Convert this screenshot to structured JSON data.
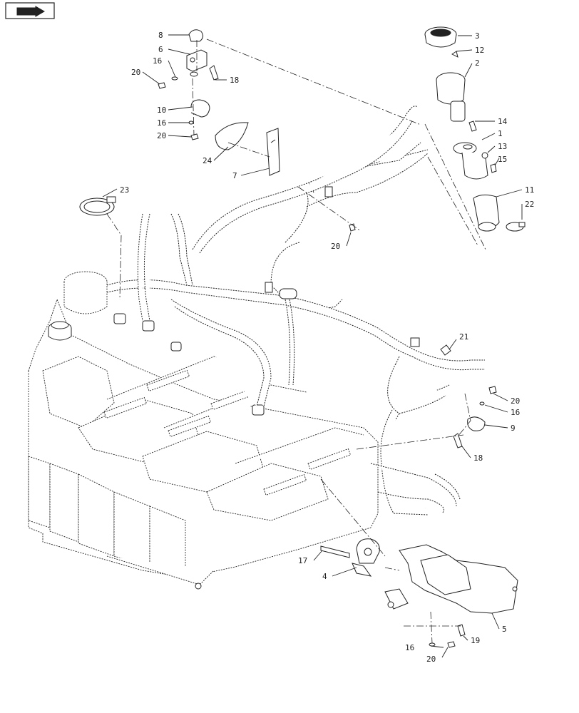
{
  "nav_icon": "arrow-right-icon",
  "callouts": {
    "c1": "1",
    "c2": "2",
    "c3": "3",
    "c4": "4",
    "c5": "5",
    "c6": "6",
    "c7": "7",
    "c8": "8",
    "c9": "9",
    "c10": "10",
    "c11": "11",
    "c12": "12",
    "c13": "13",
    "c14": "14",
    "c15": "15",
    "c16a": "16",
    "c16b": "16",
    "c16c": "16",
    "c16d": "16",
    "c17": "17",
    "c18a": "18",
    "c18b": "18",
    "c19": "19",
    "c20a": "20",
    "c20b": "20",
    "c20c": "20",
    "c20d": "20",
    "c20e": "20",
    "c21": "21",
    "c22": "22",
    "c23": "23",
    "c24": "24"
  }
}
